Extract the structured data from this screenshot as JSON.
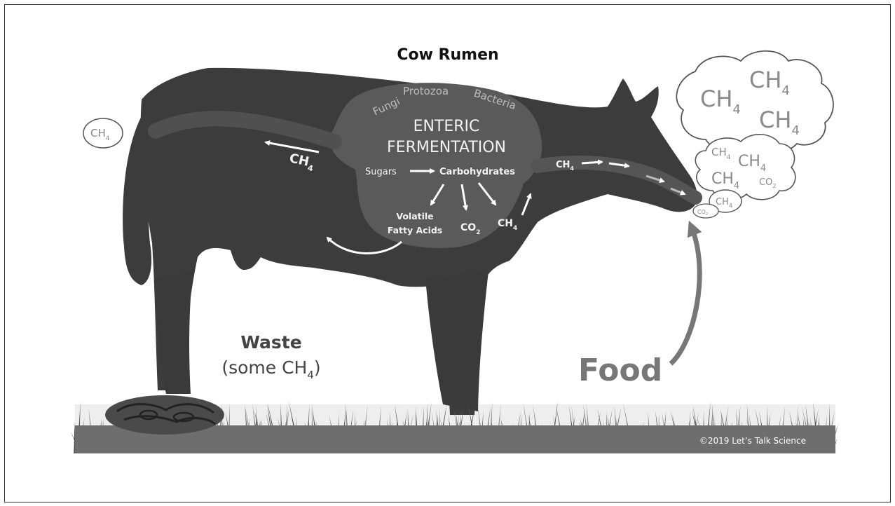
{
  "diagram": {
    "title": "Cow Rumen",
    "microbes": [
      "Fungi",
      "Protozoa",
      "Bacteria"
    ],
    "process": {
      "line1": "ENTERIC",
      "line2": "FERMENTATION"
    },
    "sugars": "Sugars",
    "carbohydrates": "Carbohydrates",
    "vfa": {
      "line1": "Volatile",
      "line2": "Fatty Acids"
    },
    "co2": {
      "base": "CO",
      "sub": "2"
    },
    "ch4": {
      "base": "CH",
      "sub": "4"
    },
    "waste": {
      "line1": "Waste",
      "line2_prefix": "(some CH",
      "sub": "4",
      "line2_suffix": ")"
    },
    "food": "Food",
    "copyright": "©2019 Let’s Talk Science"
  },
  "colors": {
    "cow": "#3c3c3c",
    "rumen": "#5a5a5a",
    "cloud_stroke": "#555555",
    "cloud_text": "#8a8a8a",
    "food_arrow": "#777777",
    "grass": "#6a6a6a"
  }
}
